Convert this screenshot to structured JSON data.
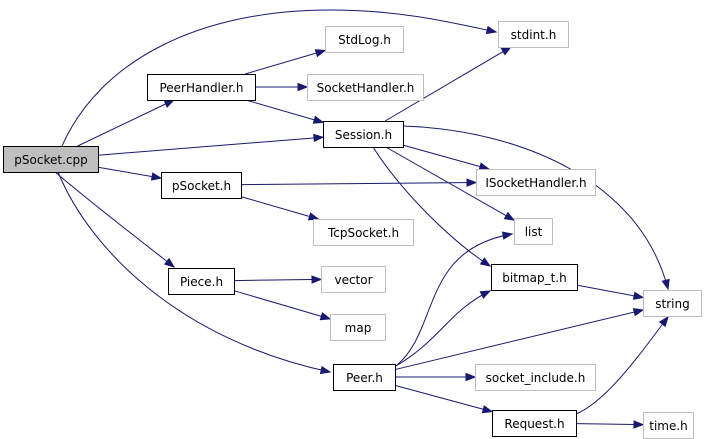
{
  "colors": {
    "edge": "#191970",
    "node_border_strong": "#000000",
    "node_border_weak": "#bfbfbf",
    "root_fill": "#bfbfbf",
    "node_fill": "#ffffff"
  },
  "diagram": {
    "nodes": [
      {
        "id": "psocket-cpp",
        "label": "pSocket.cpp",
        "style": "root"
      },
      {
        "id": "peerhandler-h",
        "label": "PeerHandler.h",
        "style": "strong"
      },
      {
        "id": "psocket-h",
        "label": "pSocket.h",
        "style": "strong"
      },
      {
        "id": "piece-h",
        "label": "Piece.h",
        "style": "strong"
      },
      {
        "id": "peer-h",
        "label": "Peer.h",
        "style": "strong"
      },
      {
        "id": "session-h",
        "label": "Session.h",
        "style": "strong"
      },
      {
        "id": "bitmap_t-h",
        "label": "bitmap_t.h",
        "style": "strong"
      },
      {
        "id": "request-h",
        "label": "Request.h",
        "style": "strong"
      },
      {
        "id": "stdlog-h",
        "label": "StdLog.h",
        "style": "weak"
      },
      {
        "id": "stdint-h",
        "label": "stdint.h",
        "style": "weak"
      },
      {
        "id": "sockethandler-h",
        "label": "SocketHandler.h",
        "style": "weak"
      },
      {
        "id": "isockethandler-h",
        "label": "ISocketHandler.h",
        "style": "weak"
      },
      {
        "id": "tcpsocket-h",
        "label": "TcpSocket.h",
        "style": "weak"
      },
      {
        "id": "list",
        "label": "list",
        "style": "weak"
      },
      {
        "id": "vector",
        "label": "vector",
        "style": "weak"
      },
      {
        "id": "map",
        "label": "map",
        "style": "weak"
      },
      {
        "id": "string",
        "label": "string",
        "style": "weak"
      },
      {
        "id": "socket_include-h",
        "label": "socket_include.h",
        "style": "weak"
      },
      {
        "id": "time-h",
        "label": "time.h",
        "style": "weak"
      }
    ],
    "edges": [
      {
        "from": "psocket-cpp",
        "to": "stdint-h"
      },
      {
        "from": "psocket-cpp",
        "to": "peerhandler-h"
      },
      {
        "from": "psocket-cpp",
        "to": "session-h"
      },
      {
        "from": "psocket-cpp",
        "to": "psocket-h"
      },
      {
        "from": "psocket-cpp",
        "to": "piece-h"
      },
      {
        "from": "psocket-cpp",
        "to": "peer-h"
      },
      {
        "from": "peerhandler-h",
        "to": "stdlog-h"
      },
      {
        "from": "peerhandler-h",
        "to": "sockethandler-h"
      },
      {
        "from": "peerhandler-h",
        "to": "session-h"
      },
      {
        "from": "session-h",
        "to": "stdint-h"
      },
      {
        "from": "session-h",
        "to": "isockethandler-h"
      },
      {
        "from": "session-h",
        "to": "list"
      },
      {
        "from": "session-h",
        "to": "bitmap_t-h"
      },
      {
        "from": "session-h",
        "to": "string"
      },
      {
        "from": "psocket-h",
        "to": "isockethandler-h"
      },
      {
        "from": "psocket-h",
        "to": "tcpsocket-h"
      },
      {
        "from": "piece-h",
        "to": "vector"
      },
      {
        "from": "piece-h",
        "to": "map"
      },
      {
        "from": "bitmap_t-h",
        "to": "string"
      },
      {
        "from": "peer-h",
        "to": "list"
      },
      {
        "from": "peer-h",
        "to": "bitmap_t-h"
      },
      {
        "from": "peer-h",
        "to": "string"
      },
      {
        "from": "peer-h",
        "to": "socket_include-h"
      },
      {
        "from": "peer-h",
        "to": "request-h"
      },
      {
        "from": "request-h",
        "to": "string"
      },
      {
        "from": "request-h",
        "to": "time-h"
      }
    ]
  }
}
